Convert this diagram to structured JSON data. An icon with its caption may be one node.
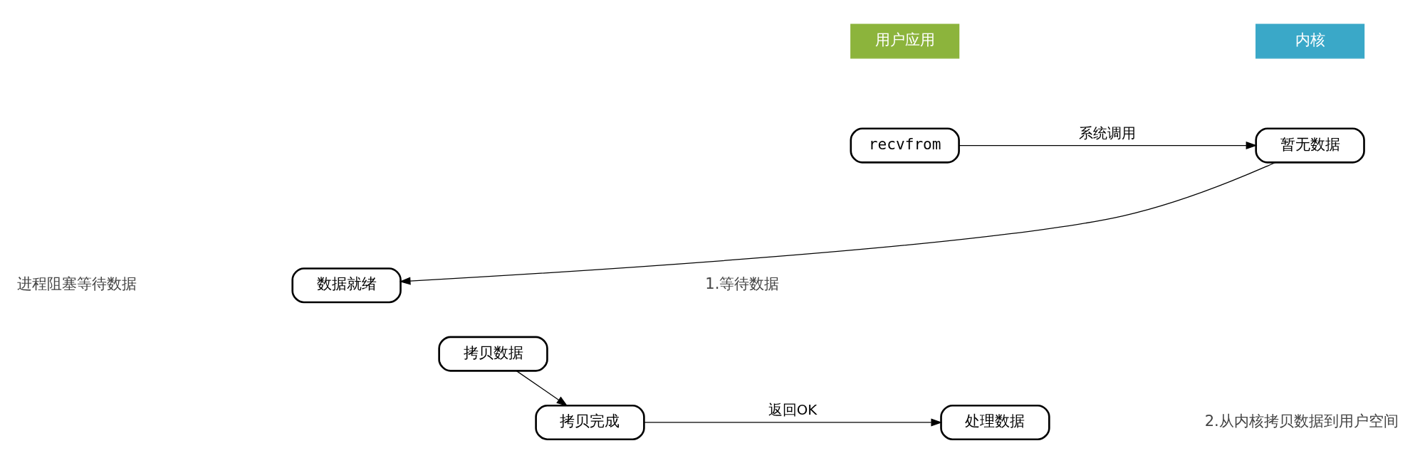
{
  "diagram": {
    "nodes": [
      {
        "text": [
          "用户应用"
        ]
      },
      {
        "text": [
          "内核"
        ]
      },
      {
        "text": [
          "recvfrom"
        ]
      },
      {
        "text": [
          "暂无数据"
        ]
      },
      {
        "text": [
          "数据就绪"
        ]
      },
      {
        "text": [
          "拷贝数据"
        ]
      },
      {
        "text": [
          "拷贝完成"
        ]
      },
      {
        "text": [
          "处理数据"
        ]
      }
    ],
    "edges": [
      {
        "from": 2,
        "to": 3,
        "arrow": "to",
        "label": "系统调用"
      },
      {
        "from": 3,
        "to": 4,
        "arrow": "to"
      },
      {
        "from": 5,
        "to": 6,
        "arrow": "to"
      },
      {
        "from": 6,
        "to": 7,
        "arrow": "to",
        "label": "返回OK"
      }
    ],
    "labels": [
      "进程阻塞等待数据",
      "1.等待数据",
      "2.从内核拷贝数据到用户空间"
    ]
  }
}
